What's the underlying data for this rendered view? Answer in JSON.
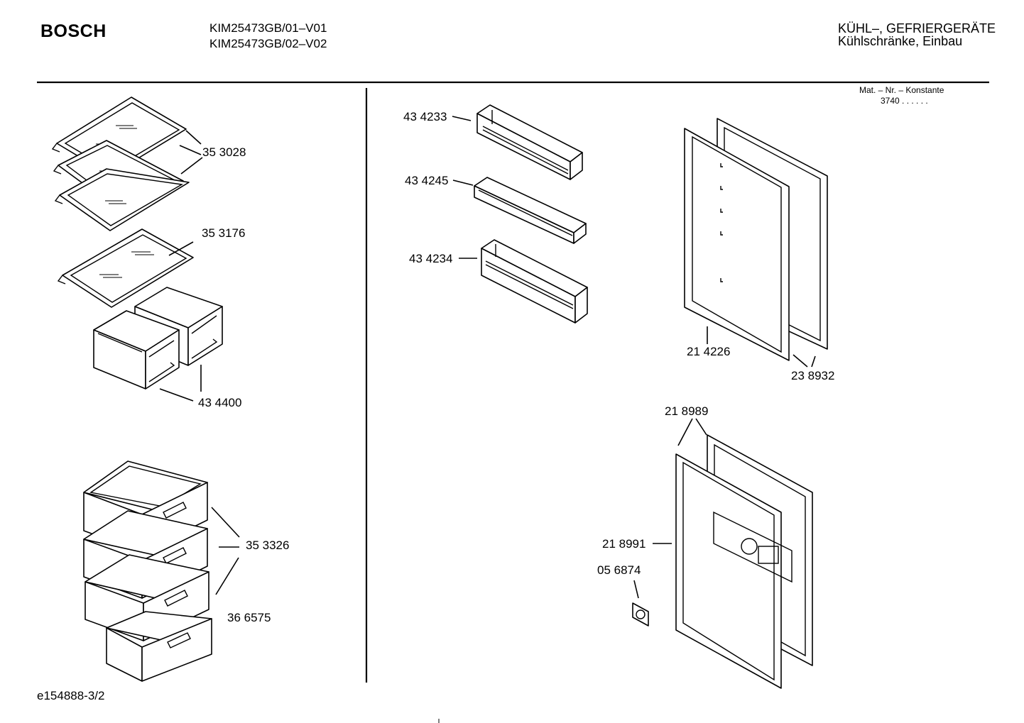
{
  "header": {
    "brand": "BOSCH",
    "models": [
      "KIM25473GB/01–V01",
      "KIM25473GB/02–V02"
    ],
    "category": [
      "KÜHL–, GEFRIERGERÄTE",
      "Kühlschränke, Einbau"
    ],
    "mat_label": "Mat. – Nr. – Konstante",
    "mat_value": "3740 . .   . . . ."
  },
  "parts": {
    "glass_shelf": "35 3028",
    "glass_shelf_single": "35 3176",
    "crisper_box": "43 4400",
    "freezer_drawer": "35 3326",
    "freezer_drawer_bottom": "36 6575",
    "door_shelf_top": "43 4233",
    "door_shelf_mid": "43 4245",
    "door_shelf_bottom": "43 4234",
    "door_gasket": "21 4226",
    "door_panel": "23 8932",
    "freezer_door_gasket": "21 8989",
    "freezer_door": "21 8991",
    "thermostat_knob": "05 6874"
  },
  "footer": {
    "drawing_id": "e154888-3/2"
  }
}
